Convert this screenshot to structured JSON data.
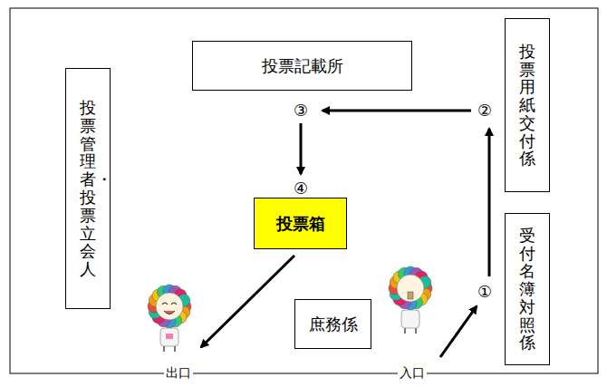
{
  "diagram": {
    "nodes": [
      {
        "text": [
          "投票記載所"
        ]
      },
      {
        "text": [
          "投票用紙交付係"
        ]
      },
      {
        "text": [
          "投票管理者・投票立会人"
        ]
      },
      {
        "text": [
          "投票箱"
        ]
      },
      {
        "text": [
          "受付名簿対照係"
        ]
      },
      {
        "text": [
          "庶務係"
        ]
      }
    ],
    "labels": [
      "③",
      "②",
      "④",
      "①",
      "出口",
      "入口"
    ]
  }
}
